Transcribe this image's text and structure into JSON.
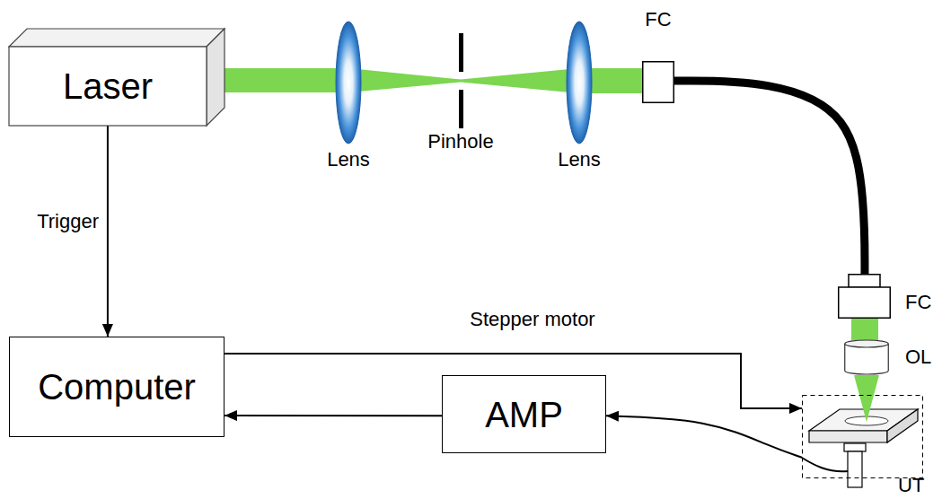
{
  "diagram": {
    "nodes": [
      {
        "text": [
          "Laser"
        ]
      },
      {
        "text": [
          "Lens"
        ]
      },
      {
        "text": [
          "Pinhole"
        ]
      },
      {
        "text": [
          "Lens"
        ]
      },
      {
        "text": [
          "FC"
        ]
      },
      {
        "text": [
          "FC"
        ]
      },
      {
        "text": [
          "OL"
        ]
      },
      {
        "text": [
          "UT"
        ]
      },
      {
        "text": [
          "Computer"
        ]
      },
      {
        "text": [
          "AMP"
        ]
      }
    ],
    "edges": [
      {
        "from": 0,
        "to": 8,
        "label": "Trigger",
        "arrow": "to"
      },
      {
        "from": 8,
        "to": 7,
        "label": "Stepper motor",
        "arrow": "to"
      },
      {
        "from": 4,
        "to": 5,
        "arrow": "none"
      },
      {
        "from": 7,
        "to": 9,
        "arrow": "to"
      },
      {
        "from": 9,
        "to": 8,
        "arrow": "to"
      }
    ]
  }
}
